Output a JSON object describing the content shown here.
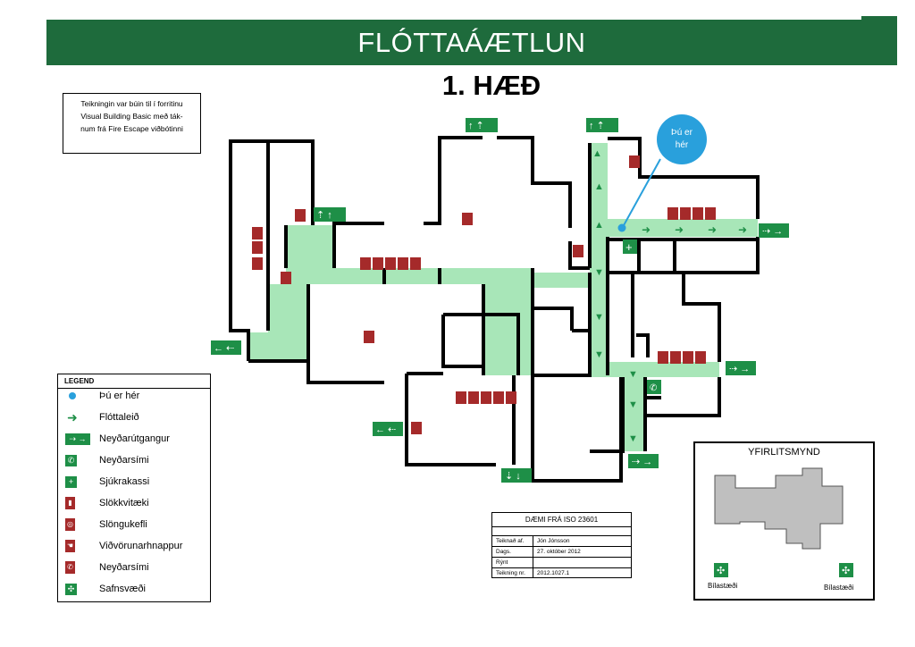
{
  "header": {
    "title": "FLÓTTAÁÆTLUN",
    "floor": "1. HÆÐ"
  },
  "note": {
    "line1": "Teikningin var búin til í forritinu",
    "line2": "Visual Building Basic með ták-",
    "line3": "num frá Fire Escape viðbótinni"
  },
  "marker": {
    "line1": "Þú er",
    "line2": "hér"
  },
  "legend": {
    "title": "LEGEND",
    "items": [
      {
        "label": "Þú er hér",
        "icon": "location-dot-icon"
      },
      {
        "label": "Flóttaleið",
        "icon": "escape-route-arrow-icon"
      },
      {
        "label": "Neyðarútgangur",
        "icon": "emergency-exit-icon"
      },
      {
        "label": "Neyðarsími",
        "icon": "emergency-phone-icon"
      },
      {
        "label": "Sjúkrakassi",
        "icon": "first-aid-icon"
      },
      {
        "label": "Slökkvitæki",
        "icon": "fire-extinguisher-icon"
      },
      {
        "label": "Slöngukefli",
        "icon": "fire-hose-reel-icon"
      },
      {
        "label": "Viðvörunarhnappur",
        "icon": "fire-alarm-button-icon"
      },
      {
        "label": "Neyðarsími",
        "icon": "fire-phone-icon"
      },
      {
        "label": "Safnsvæði",
        "icon": "assembly-point-icon"
      }
    ]
  },
  "titleblock": {
    "heading": "DÆMI FRÁ ISO 23601",
    "rows": [
      {
        "key": "Teiknað af.",
        "value": "Jón Jónsson"
      },
      {
        "key": "Dags.",
        "value": "27. október 2012"
      },
      {
        "key": "Rýnt",
        "value": ""
      },
      {
        "key": "Teikning nr.",
        "value": "2012.1027.1"
      }
    ]
  },
  "overview": {
    "title": "YFIRLITSMYND",
    "lot_left": "Bílastæði",
    "lot_right": "Bílastæði"
  },
  "colors": {
    "banner": "#1e6b3c",
    "route": "#a8e6b8",
    "arrow": "#1e8f47",
    "safety_red": "#a52a2a",
    "you_are_here": "#29a0dc",
    "building_gray": "#bfbfbf"
  }
}
